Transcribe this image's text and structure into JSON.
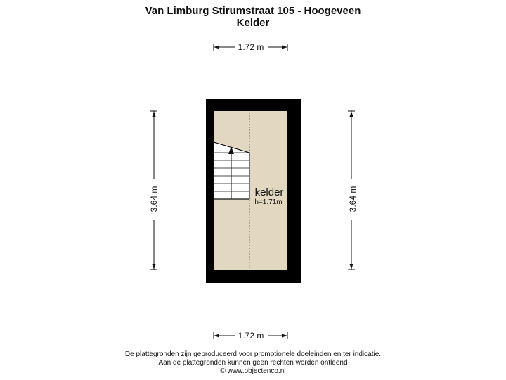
{
  "header": {
    "address": "Van Limburg Stirumstraat 105 - Hoogeveen",
    "floor": "Kelder"
  },
  "dimensions": {
    "top_width": "1.72 m",
    "bottom_width": "1.72 m",
    "left_height": "3.64 m",
    "right_height": "3.64 m"
  },
  "room": {
    "name": "kelder",
    "height": "h=1.71m"
  },
  "colors": {
    "wall": "#000000",
    "floor": "#e2d8c1",
    "stairs": "#ffffff",
    "line": "#111111"
  },
  "footer": {
    "line1": "De plattegronden zijn geproduceerd voor promotionele doeleinden en ter indicatie.",
    "line2": "Aan de plattegronden kunnen geen rechten worden ontleend",
    "line3": "© www.objectenco.nl"
  }
}
